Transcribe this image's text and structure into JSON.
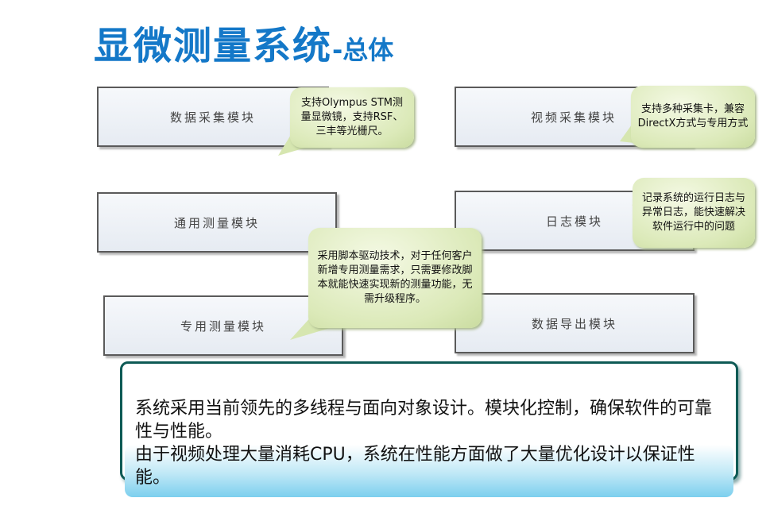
{
  "title": {
    "main": "显微测量系统",
    "sub": "-总体"
  },
  "modules": [
    "数据采集模块",
    "视频采集模块",
    "通用测量模块",
    "日志模块",
    "专用测量模块",
    "数据导出模块"
  ],
  "callouts": [
    "支持Olympus STM测量显微镜，支持RSF、三丰等光栅尺。",
    "支持多种采集卡，兼容DirectX方式与专用方式",
    "记录系统的运行日志与异常日志，能快速解决软件运行中的问题",
    "采用脚本驱动技术，对于任何客户新增专用测量需求，只需要修改脚本就能快速实现新的测量功能，无需升级程序。"
  ],
  "summary": [
    "系统采用当前领先的多线程与面向对象设计。模块化控制，确保软件的可靠性与性能。",
    "由于视频处理大量消耗CPU，系统在性能方面做了大量优化设计以保证性能。"
  ],
  "colors": {
    "title": "#1478c8",
    "summary_border": "#0e5a55",
    "callout_fill": "#dbe9b8"
  }
}
